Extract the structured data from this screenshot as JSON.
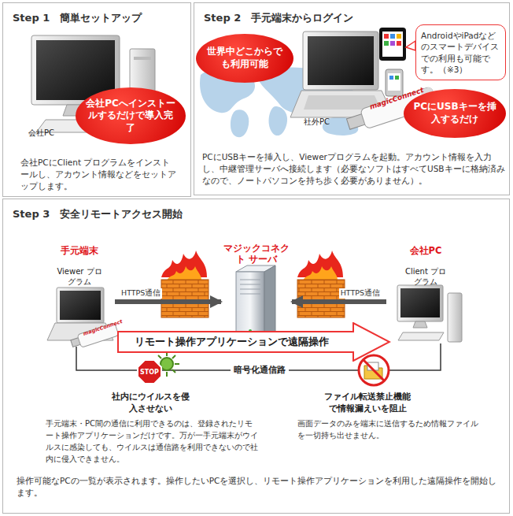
{
  "diagram": {
    "nodes": [
      {
        "text": [
          "Step 1　簡単セットアップ",
          "会社PCにClient プログラムをインストールし、アカウント情報などをセットアップします。"
        ]
      },
      {
        "text": [
          "会社PCへインストールするだけで導入完了"
        ],
        "in": 0
      },
      {
        "text": [
          "Step 2　手元端末からログイン",
          "PCにUSBキーを挿入し、Viewerプログラムを起動。アカウント情報を入力し、中継管理サーバへ接続します（必要なソフトはすべてUSBキーに格納済みなので、ノートパソコンを持ち歩く必要がありません）。"
        ]
      },
      {
        "text": [
          "世界中どこからでも利用可能"
        ],
        "in": 2
      },
      {
        "text": [
          "AndroidやiPadなどのスマートデバイスでの利用も可能です。（※3）"
        ],
        "in": 2
      },
      {
        "text": [
          "PCにUSBキーを挿入するだけ"
        ],
        "in": 2
      },
      {
        "text": [
          "Step 3　安全リモートアクセス開始",
          "操作可能なPCの一覧が表示されます。操作したいPCを選択し、リモート操作アプリケーションを利用した遠隔操作を開始します。"
        ]
      },
      {
        "text": [
          "手元端末",
          "Viewer プログラム"
        ],
        "in": 6
      },
      {
        "text": [
          "マジックコネクト サーバ"
        ],
        "in": 6
      },
      {
        "text": [
          "会社PC",
          "Client プログラム"
        ],
        "in": 6
      },
      {
        "text": [
          "リモート操作アプリケーションで遠隔操作"
        ],
        "in": 6
      },
      {
        "text": [
          "STOP"
        ],
        "in": 6
      }
    ],
    "edges": [
      {
        "from": 7,
        "to": 8,
        "label": "HTTPS通信",
        "arrow": "to"
      },
      {
        "from": 9,
        "to": 8,
        "label": "HTTPS通信",
        "arrow": "to"
      }
    ],
    "labels": [
      "会社PC",
      "社外PC",
      "magicConnect",
      "magicConnect",
      "暗号化通信路",
      "社内にウイルスを侵入させない",
      "手元端末・PC間の通信に利用できるのは、登録されたリモート操作アプリケーションだけです。万が一手元端末がウイルスに感染しても、ウイルスは通信路を利用できないので社内に侵入できません。",
      "ファイル転送禁止機能で情報漏えいを阻止",
      "画面データのみを端末に送信するため情報ファイルを一切持ち出せません。"
    ]
  }
}
